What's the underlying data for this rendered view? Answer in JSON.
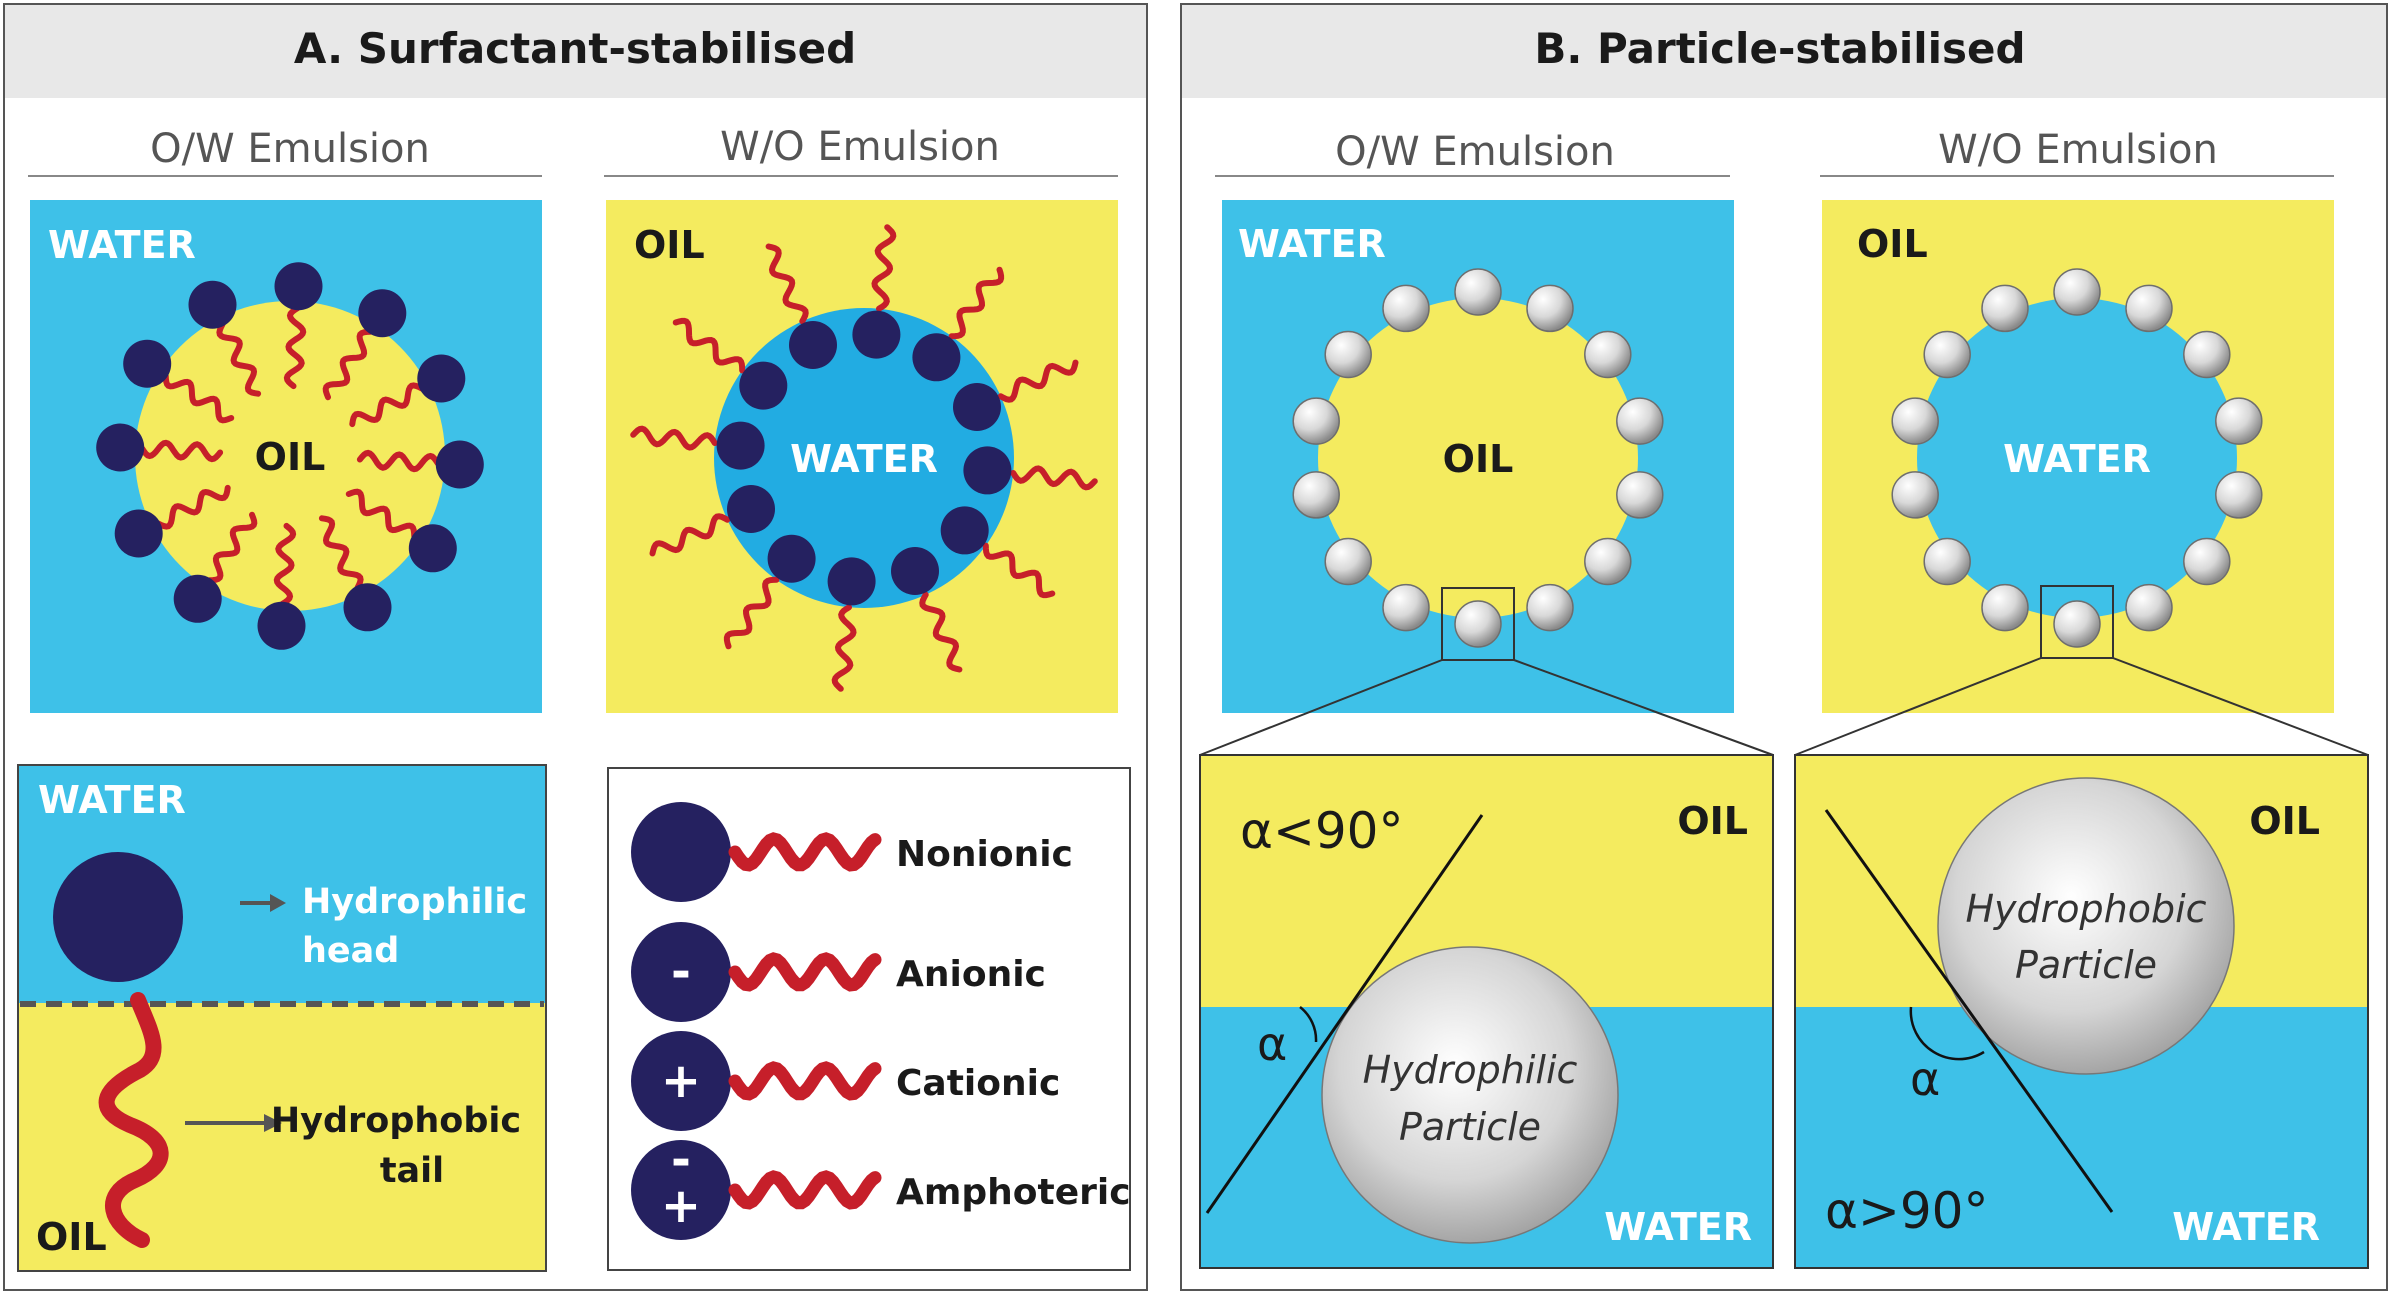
{
  "colors": {
    "water": "#3EC1E8",
    "water_dark": "#22ACE2",
    "oil": "#F4EB5F",
    "head": "#252160",
    "tail": "#C61F2A",
    "header_bg": "#E8E8E8",
    "frame": "#444444",
    "divider": "#888888",
    "arrow": "#555555"
  },
  "panel_a": {
    "title": "A. Surfactant-stabilised",
    "ow": {
      "heading": "O/W Emulsion",
      "outer": "WATER",
      "inner": "OIL"
    },
    "wo": {
      "heading": "W/O Emulsion",
      "outer": "OIL",
      "inner": "WATER"
    },
    "detail": {
      "top_label": "WATER",
      "bottom_label": "OIL",
      "head_label_line1": "Hydrophilic",
      "head_label_line2": "head",
      "tail_label_line1": "Hydrophobic",
      "tail_label_line2": "tail"
    },
    "legend": [
      {
        "name": "Nonionic",
        "sign": ""
      },
      {
        "name": "Anionic",
        "sign": "-"
      },
      {
        "name": "Cationic",
        "sign": "+"
      },
      {
        "name": "Amphoteric",
        "sign": "-\n+"
      }
    ]
  },
  "panel_b": {
    "title": "B. Particle-stabilised",
    "ow": {
      "heading": "O/W Emulsion",
      "outer": "WATER",
      "inner": "OIL"
    },
    "wo": {
      "heading": "W/O Emulsion",
      "outer": "OIL",
      "inner": "WATER"
    },
    "zoom_hydrophilic": {
      "top_label": "OIL",
      "bottom_label": "WATER",
      "angle_text": "α<90°",
      "alpha": "α",
      "particle_line1": "Hydrophilic",
      "particle_line2": "Particle"
    },
    "zoom_hydrophobic": {
      "top_label": "OIL",
      "bottom_label": "WATER",
      "angle_text": "α>90°",
      "alpha": "α",
      "particle_line1": "Hydrophobic",
      "particle_line2": "Particle"
    }
  }
}
